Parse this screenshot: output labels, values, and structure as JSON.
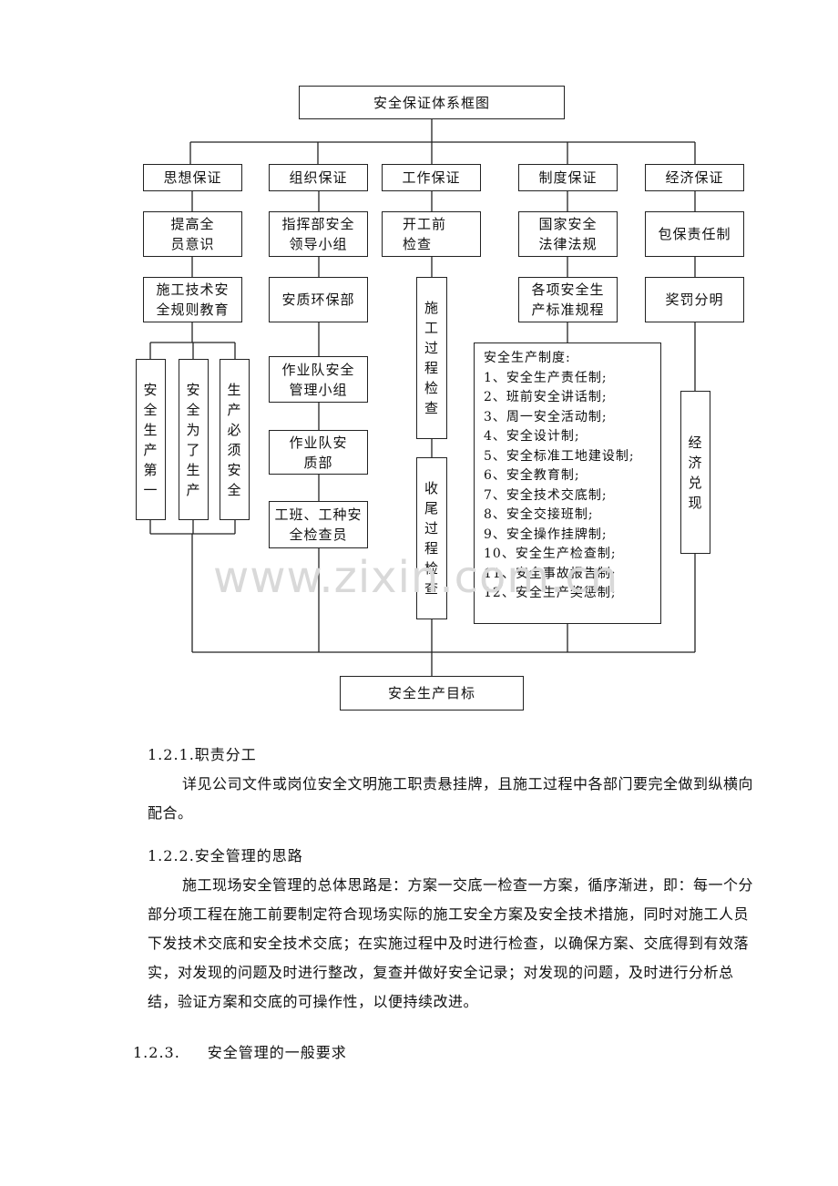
{
  "chart": {
    "title": "安全保证体系框图",
    "columns": {
      "thought": "思想保证",
      "org": "组织保证",
      "work": "工作保证",
      "system": "制度保证",
      "economy": "经济保证"
    },
    "thought_items": [
      "提高全员意识",
      "施工技术安全规则教育"
    ],
    "thought_sub": [
      "安全生产第一",
      "安全为了生产",
      "生产必须安全"
    ],
    "org_items": [
      "指挥部安全领导小组",
      "安质环保部",
      "作业队安全管理小组",
      "作业队安质部",
      "工班、工种安全检查员"
    ],
    "work_items": [
      "开工前检查",
      "施工过程检查",
      "收尾过程检查"
    ],
    "system_items": [
      "国家安全法律法规",
      "各项安全生产标准规程"
    ],
    "system_list_title": "安全生产制度:",
    "system_list": [
      "1、安全生产责任制;",
      "2、班前安全讲话制;",
      "3、周一安全活动制;",
      "4、安全设计制;",
      "5、安全标准工地建设制;",
      "6、安全教育制;",
      "7、安全技术交底制;",
      "8、安全交接班制;",
      "9、安全操作挂牌制;",
      "10、安全生产检查制;",
      "11、安全事故报告制;",
      "12、安全生产奖惩制;"
    ],
    "economy_items": [
      "包保责任制",
      "奖罚分明",
      "经济兑现"
    ],
    "goal": "安全生产目标"
  },
  "watermark": "www.zixin.com.cn",
  "sections": {
    "s1_heading": "1.2.1.职责分工",
    "s1_body": "详见公司文件或岗位安全文明施工职责悬挂牌，且施工过程中各部门要完全做到纵横向配合。",
    "s2_heading": "1.2.2.安全管理的思路",
    "s2_body": "施工现场安全管理的总体思路是：方案一交底一检查一方案，循序渐进，即：每一个分部分项工程在施工前要制定符合现场实际的施工安全方案及安全技术措施，同时对施工人员下发技术交底和安全技术交底；在实施过程中及时进行检查，以确保方案、交底得到有效落实，对发现的问题及时进行整改，复查并做好安全记录；对发现的问题，及时进行分析总结，验证方案和交底的可操作性，以便持续改进。",
    "s3_number": "1.2.3.",
    "s3_title": "安全管理的一般要求"
  }
}
